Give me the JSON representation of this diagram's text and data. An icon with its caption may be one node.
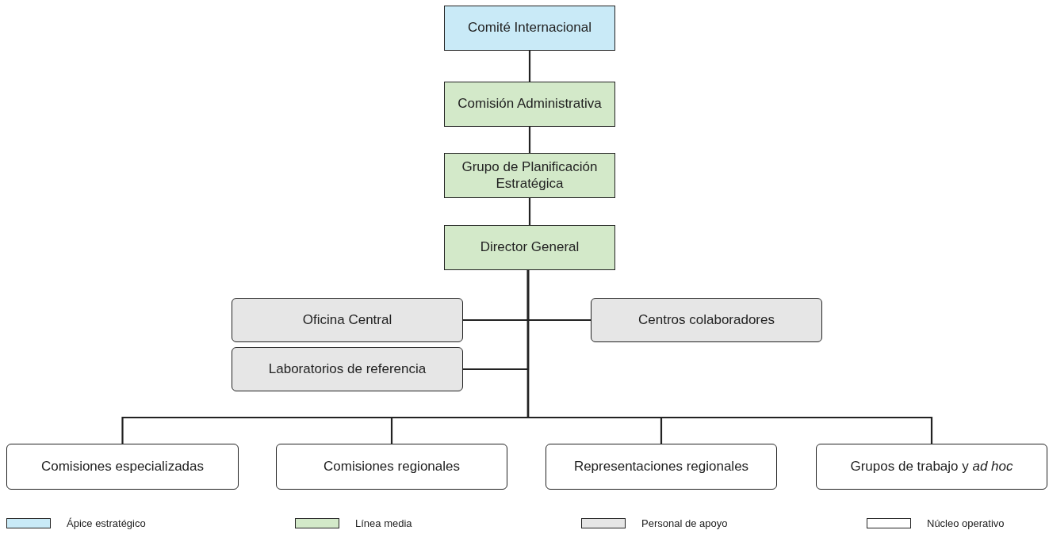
{
  "diagram": {
    "nodes": [
      {
        "text": [
          "Comité Internacional"
        ]
      },
      {
        "text": [
          "Comisión Administrativa"
        ]
      },
      {
        "text": [
          "Grupo de Planificación Estratégica"
        ]
      },
      {
        "text": [
          "Director General"
        ]
      },
      {
        "text": [
          "Oficina Central"
        ]
      },
      {
        "text": [
          "Centros colaboradores"
        ]
      },
      {
        "text": [
          "Laboratorios de referencia"
        ]
      },
      {
        "text": [
          "Comisiones especializadas"
        ]
      },
      {
        "text": [
          "Comisiones regionales"
        ]
      },
      {
        "text": [
          "Representaciones regionales"
        ]
      },
      {
        "text": [
          "Grupos de trabajo y *ad hoc*"
        ]
      }
    ],
    "edges": [
      {
        "from": 0,
        "to": 1,
        "arrow": "none"
      },
      {
        "from": 1,
        "to": 2,
        "arrow": "none"
      },
      {
        "from": 2,
        "to": 3,
        "arrow": "none"
      },
      {
        "from": 3,
        "to": 4,
        "arrow": "none"
      },
      {
        "from": 3,
        "to": 5,
        "arrow": "none"
      },
      {
        "from": 3,
        "to": 6,
        "arrow": "none"
      },
      {
        "from": 3,
        "to": 7,
        "arrow": "none"
      },
      {
        "from": 3,
        "to": 8,
        "arrow": "none"
      },
      {
        "from": 3,
        "to": 9,
        "arrow": "none"
      },
      {
        "from": 3,
        "to": 10,
        "arrow": "none"
      }
    ],
    "legend": [
      {
        "text": "Ápice estratégico",
        "color": "#c9eaf7"
      },
      {
        "text": "Línea media",
        "color": "#d3e9c9"
      },
      {
        "text": "Personal de apoyo",
        "color": "#e6e6e6"
      },
      {
        "text": "Núcleo operativo",
        "color": "#ffffff"
      }
    ]
  }
}
